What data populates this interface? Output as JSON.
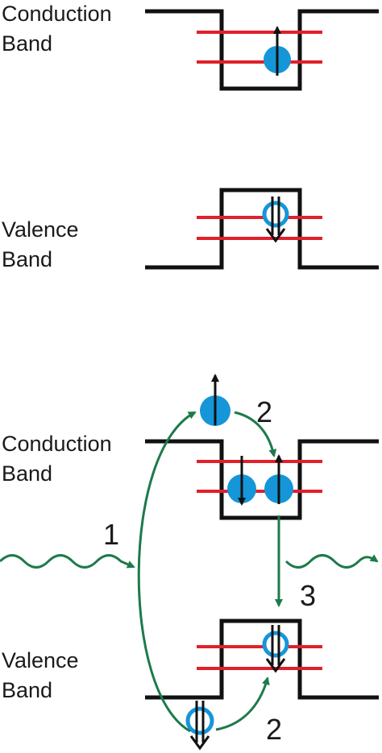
{
  "labels": {
    "conduction_line1": "Conduction",
    "conduction_line2": "Band",
    "valence_line1": "Valence",
    "valence_line2": "Band",
    "step_absorption": "1",
    "step_relaxation": "2",
    "step_recombination": "3"
  },
  "colors": {
    "band_edge": "#111111",
    "energy_level": "#e0202a",
    "carrier": "#1596d8",
    "transition_arrow": "#1d7a4a",
    "spin_arrow": "#111111"
  },
  "icons": {
    "electron": "filled-circle-with-spin-arrow",
    "hole": "open-circle-with-spin-arrow",
    "photon": "wavy-arrow"
  }
}
